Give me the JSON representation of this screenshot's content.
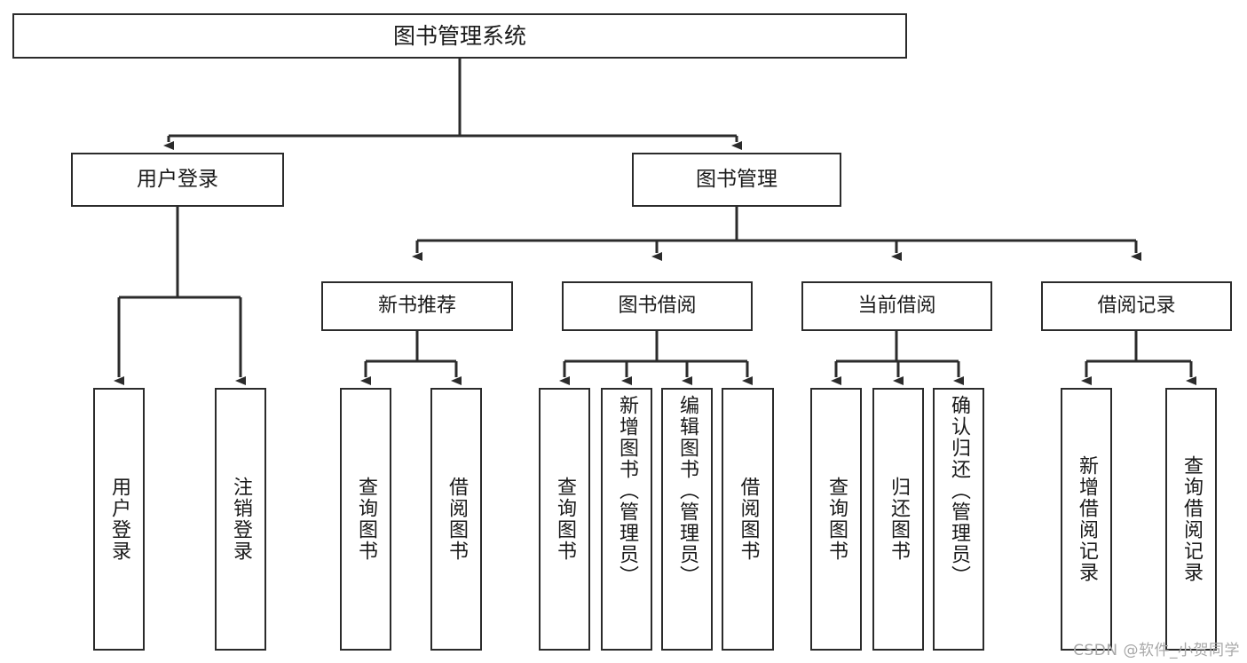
{
  "diagram": {
    "title": "图书管理系统",
    "watermark": "CSDN @软件_小贺同学",
    "stroke_color": "#2b2b2b",
    "background_color": "#ffffff",
    "type": "tree-hierarchy-diagram",
    "levels": {
      "root": {
        "label": "图书管理系统"
      },
      "level1": [
        {
          "label": "用户登录"
        },
        {
          "label": "图书管理"
        }
      ],
      "level2": [
        {
          "label": "新书推荐"
        },
        {
          "label": "图书借阅"
        },
        {
          "label": "当前借阅"
        },
        {
          "label": "借阅记录"
        }
      ],
      "leaves": {
        "user_login": [
          {
            "label": "用户登录"
          },
          {
            "label": "注销登录"
          }
        ],
        "new_book_recommend": [
          {
            "label": "查询图书"
          },
          {
            "label": "借阅图书"
          }
        ],
        "book_borrow": [
          {
            "label": "查询图书"
          },
          {
            "label": "新增图书（管理员）"
          },
          {
            "label": "编辑图书（管理员）"
          },
          {
            "label": "借阅图书"
          }
        ],
        "current_borrow": [
          {
            "label": "查询图书"
          },
          {
            "label": "归还图书"
          },
          {
            "label": "确认归还（管理员）"
          }
        ],
        "borrow_record": [
          {
            "label": "新增借阅记录"
          },
          {
            "label": "查询借阅记录"
          }
        ]
      }
    }
  }
}
